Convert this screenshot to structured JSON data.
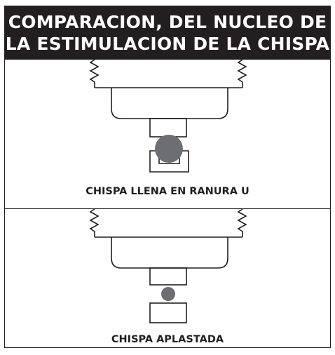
{
  "title": {
    "line1": "COMPARACION, DEL NUCLEO DE",
    "line2": "LA ESTIMULACION DE LA CHISPA"
  },
  "panels": [
    {
      "caption": "CHISPA LLENA EN RANURA U"
    },
    {
      "caption": "CHISPA APLASTADA"
    }
  ],
  "colors": {
    "header_bg": "#231f20",
    "header_text": "#ffffff",
    "outline": "#231f20",
    "spark": "#6d6e71"
  }
}
